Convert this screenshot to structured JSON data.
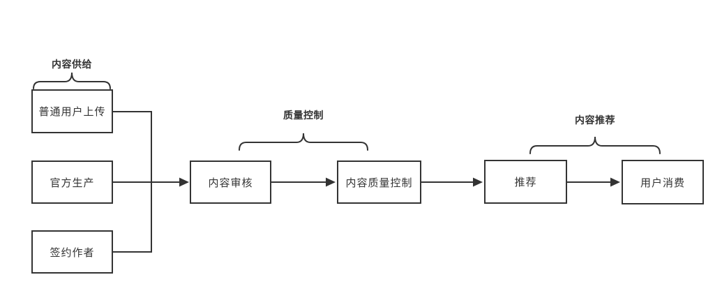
{
  "diagram": {
    "groups": [
      {
        "label": "内容供给"
      },
      {
        "label": "质量控制"
      },
      {
        "label": "内容推荐"
      }
    ],
    "nodes": [
      {
        "label": "普通用户上传"
      },
      {
        "label": "官方生产"
      },
      {
        "label": "签约作者"
      },
      {
        "label": "内容审核"
      },
      {
        "label": "内容质量控制"
      },
      {
        "label": "推荐"
      },
      {
        "label": "用户消费"
      }
    ],
    "edges": [
      {
        "from": "普通用户上传",
        "to": "内容审核"
      },
      {
        "from": "官方生产",
        "to": "内容审核"
      },
      {
        "from": "签约作者",
        "to": "内容审核"
      },
      {
        "from": "内容审核",
        "to": "内容质量控制"
      },
      {
        "from": "内容质量控制",
        "to": "推荐"
      },
      {
        "from": "推荐",
        "to": "用户消费"
      }
    ],
    "colors": {
      "line": "#333333",
      "box_fill": "#ffffff",
      "text": "#333333",
      "background": "#ffffff"
    }
  }
}
